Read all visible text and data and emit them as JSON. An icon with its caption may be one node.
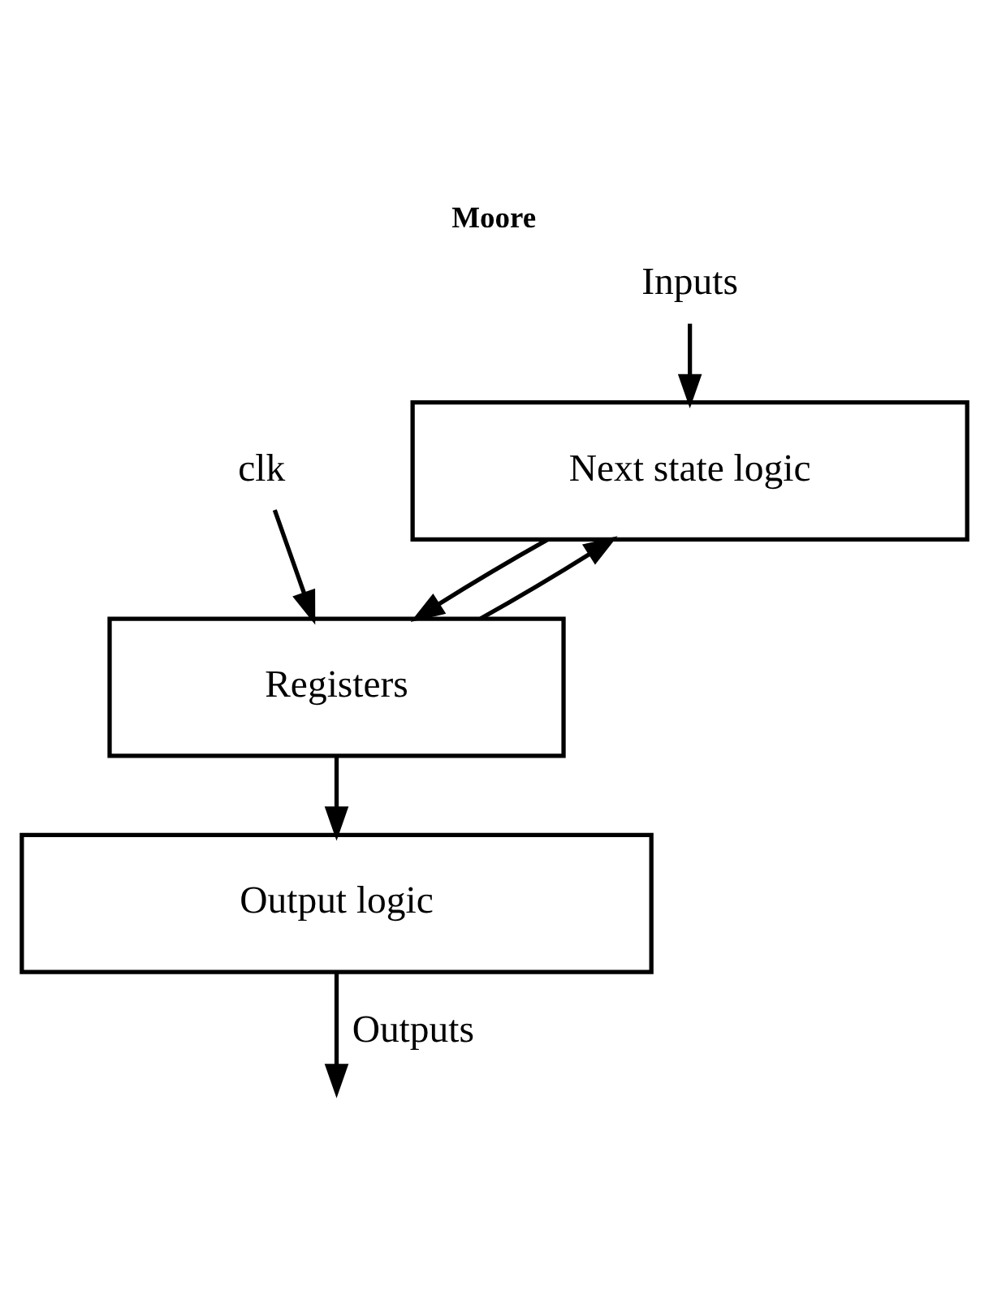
{
  "diagram": {
    "title": "Moore",
    "nodes": [
      {
        "text": [
          "Next state logic"
        ]
      },
      {
        "text": [
          "Registers"
        ]
      },
      {
        "text": [
          "Output logic"
        ]
      },
      {
        "text": [
          "Inputs"
        ]
      },
      {
        "text": [
          "clk"
        ]
      }
    ],
    "edges": [
      {
        "from": 3,
        "to": 0,
        "arrow": "to"
      },
      {
        "from": 0,
        "to": 1,
        "arrow": "to"
      },
      {
        "from": 4,
        "to": 1,
        "arrow": "to"
      },
      {
        "from": 1,
        "to": 0,
        "arrow": "to"
      },
      {
        "from": 1,
        "to": 2,
        "arrow": "to"
      },
      {
        "from": 2,
        "to": null,
        "arrow": "to",
        "label": "Outputs"
      }
    ]
  }
}
